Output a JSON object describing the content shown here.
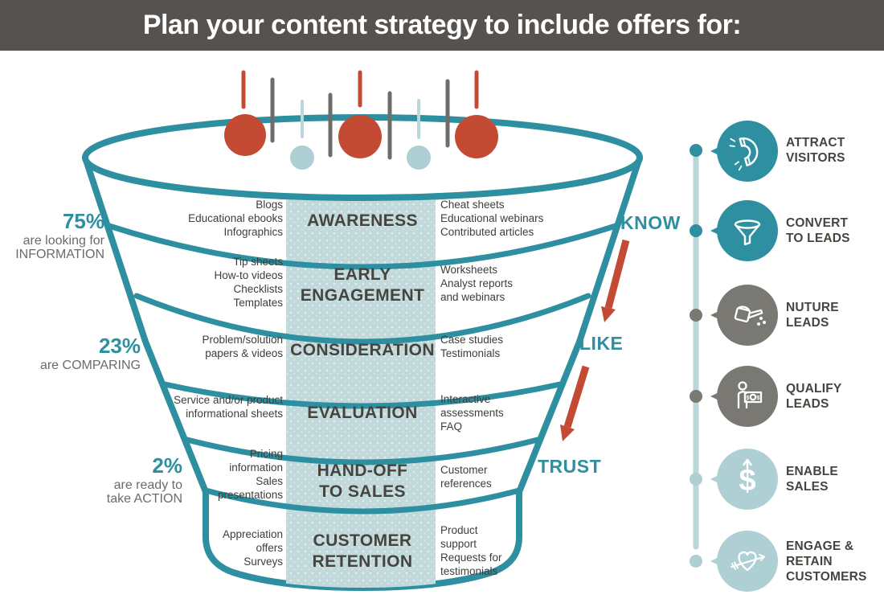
{
  "title": "Plan your content strategy to include offers for:",
  "palette": {
    "teal": "#2E8FA1",
    "red": "#C44B33",
    "light_blue": "#AECFD3",
    "strip_blue": "#C1D9DB",
    "gray": "#7A7872",
    "dark_text": "#45443F",
    "titlebar_bg": "#565250"
  },
  "funnel": {
    "stages": [
      {
        "label": "AWARENESS",
        "left": "Blogs\nEducational ebooks\nInfographics",
        "right": "Cheat sheets\nEducational webinars\nContributed articles"
      },
      {
        "label": "EARLY\nENGAGEMENT",
        "left": "Tip sheets\nHow-to videos\nChecklists\nTemplates",
        "right": "Worksheets\nAnalyst reports\nand webinars"
      },
      {
        "label": "CONSIDERATION",
        "left": "Problem/solution\npapers & videos",
        "right": "Case studies\nTestimonials"
      },
      {
        "label": "EVALUATION",
        "left": "Service and/or product\ninformational sheets",
        "right": "Interactive\nassessments\nFAQ"
      },
      {
        "label": "HAND-OFF\nTO SALES",
        "left": "Pricing\ninformation\nSales\npresentations",
        "right": "Customer\nreferences"
      },
      {
        "label": "CUSTOMER\nRETENTION",
        "left": "Appreciation\noffers\nSurveys",
        "right": "Product\nsupport\nRequests for\ntestimonials"
      }
    ],
    "stats": [
      {
        "pct": "75%",
        "label": "are looking for\nINFORMATION"
      },
      {
        "pct": "23%",
        "label": "are COMPARING"
      },
      {
        "pct": "2%",
        "label": "are ready to\ntake ACTION"
      }
    ],
    "journey": [
      "KNOW",
      "LIKE",
      "TRUST"
    ]
  },
  "timeline": {
    "items": [
      {
        "icon": "magnet-icon",
        "label": "ATTRACT\nVISITORS"
      },
      {
        "icon": "funnel-icon",
        "label": "CONVERT\nTO LEADS"
      },
      {
        "icon": "watering-can-icon",
        "label": "NUTURE\nLEADS"
      },
      {
        "icon": "qualify-money-icon",
        "label": "QUALIFY\nLEADS"
      },
      {
        "icon": "dollar-icon",
        "label": "ENABLE\nSALES"
      },
      {
        "icon": "heart-arrow-icon",
        "label": "ENGAGE &\nRETAIN\nCUSTOMERS"
      }
    ]
  }
}
